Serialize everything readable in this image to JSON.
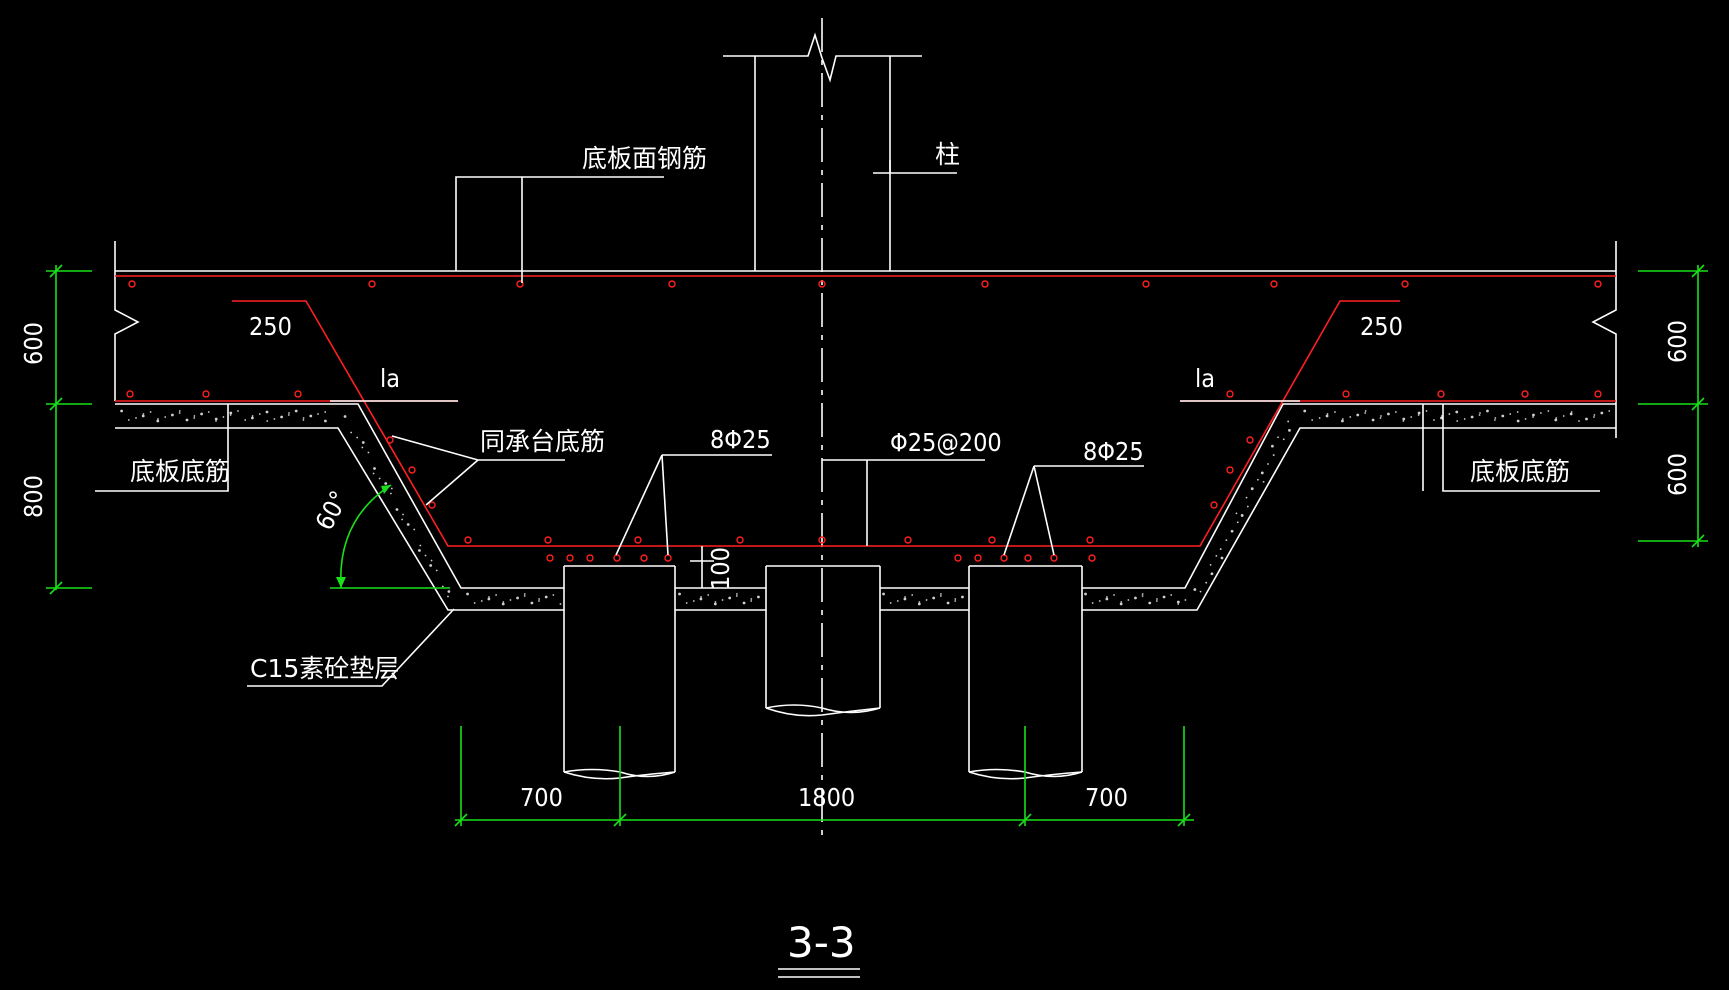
{
  "labels": {
    "slab_top_rebar": "底板面钢筋",
    "column": "柱",
    "slab_bottom_left": "底板底筋",
    "slab_bottom_right": "底板底筋",
    "with_cap_bottom": "同承台底筋",
    "cushion": "C15素砼垫层",
    "bars_left": "8Φ25",
    "bars_right": "8Φ25",
    "stirrup": "Φ25@200",
    "la_left": "la",
    "la_right": "la",
    "len_left": "250",
    "len_right": "250",
    "angle": "60°",
    "cover": "100"
  },
  "dimensions": {
    "left_upper": "600",
    "left_lower": "800",
    "right_upper": "600",
    "right_lower": "600",
    "bottom_left": "700",
    "bottom_mid": "1800",
    "bottom_right": "700"
  },
  "section_title": "3-3",
  "colors": {
    "background": "#000000",
    "lines": "#ffffff",
    "rebar": "#ff2020",
    "dimensions": "#19e019"
  }
}
